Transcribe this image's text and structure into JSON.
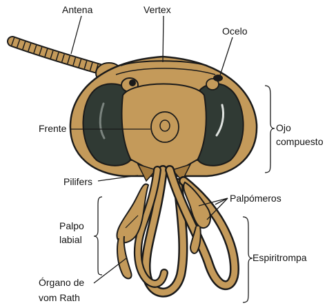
{
  "labels": {
    "antenna": "Antena",
    "vertex": "Vertex",
    "ocellus": "Ocelo",
    "compound_eye_line1": "Ojo",
    "compound_eye_line2": "compuesto",
    "frons": "Frente",
    "pilifers": "Pilifers",
    "palpomeres": "Palpómeros",
    "labial_palp_line1": "Palpo",
    "labial_palp_line2": "labial",
    "proboscis": "Espiritrompa",
    "vom_rath_line1": "Órgano de",
    "vom_rath_line2": "vom Rath"
  },
  "colors": {
    "cuticle": "#c49a5a",
    "cuticle_dark": "#a57b3e",
    "eye": "#303a34",
    "outline": "#1a1a1a"
  }
}
